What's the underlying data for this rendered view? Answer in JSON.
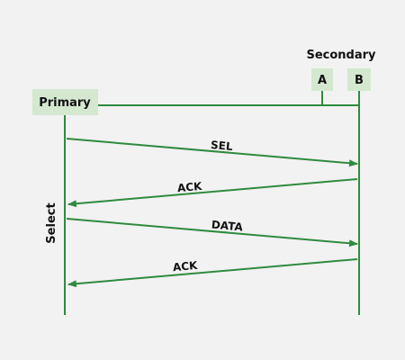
{
  "diagram": {
    "title": "Secondary",
    "primary_label": "Primary",
    "station_a": "A",
    "station_b": "B",
    "phase_label": "Select",
    "messages": [
      {
        "label": "SEL",
        "direction": "primary-to-b"
      },
      {
        "label": "ACK",
        "direction": "b-to-primary"
      },
      {
        "label": "DATA",
        "direction": "primary-to-b"
      },
      {
        "label": "ACK",
        "direction": "b-to-primary"
      }
    ]
  },
  "colors": {
    "background": "#f2f2f2",
    "line": "#2e8b3e",
    "box_fill": "#d4e8cf",
    "text": "#111111"
  }
}
